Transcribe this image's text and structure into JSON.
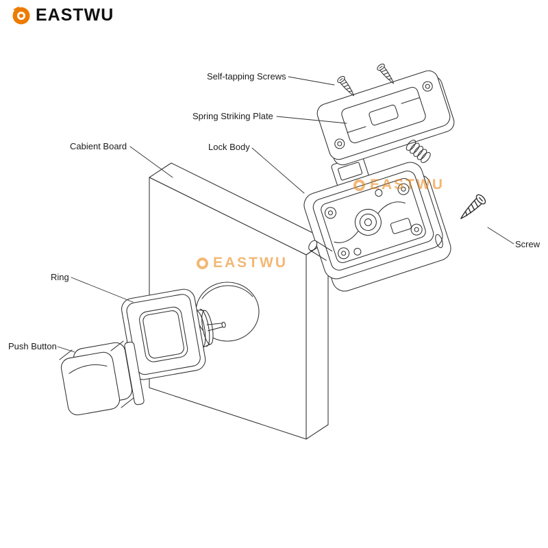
{
  "logo": {
    "brand": "EASTWU"
  },
  "watermark": {
    "text": "EASTWU"
  },
  "diagram": {
    "labels": {
      "self_tapping_screws": "Self-tapping Screws",
      "spring_striking_plate": "Spring Striking Plate",
      "cabient_board": "Cabient Board",
      "lock_body": "Lock Body",
      "ring": "Ring",
      "push_button": "Push Button",
      "screw": "Screw"
    }
  },
  "colors": {
    "accent_orange": "#ED7B00",
    "line": "#2E2E2E"
  }
}
